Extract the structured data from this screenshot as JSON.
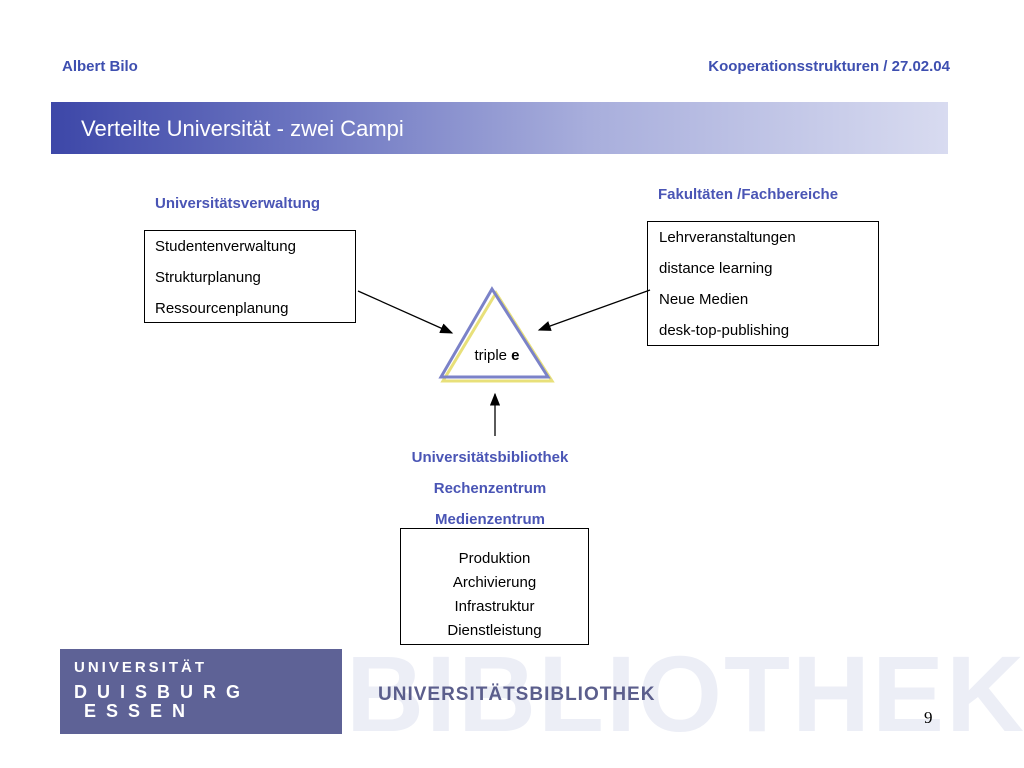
{
  "header": {
    "author": "Albert Bilo",
    "topic": "Kooperationsstrukturen / 27.02.04"
  },
  "title": "Verteilte Universität - zwei Campi",
  "administration": {
    "heading": "Universitätsverwaltung",
    "items": [
      "Studentenverwaltung",
      "Strukturplanung",
      "Ressourcenplanung"
    ]
  },
  "faculties": {
    "heading": "Fakultäten /Fachbereiche",
    "items": [
      "Lehrveranstaltungen",
      "distance learning",
      "Neue Medien",
      "desk-top-publishing"
    ]
  },
  "center": {
    "label_prefix": "triple",
    "label_bold": "e"
  },
  "services": {
    "headings": [
      "Universitätsbibliothek",
      "Rechenzentrum",
      "Medienzentrum"
    ],
    "items": [
      "Produktion",
      "Archivierung",
      "Infrastruktur",
      "Dienstleistung"
    ]
  },
  "logo": {
    "line1": "UNIVERSITÄT",
    "line2": "DUISBURG",
    "line3": "ESSEN"
  },
  "footer": {
    "watermark": "BIBLIOTHEK",
    "library_logo_text": "UNIVERSITÄTSBIBLIOTHEK",
    "page_number": "9"
  },
  "colors": {
    "accent": "#3e4fb0",
    "triangle_outer": "#7b82c8",
    "triangle_inner": "#e8e07a"
  }
}
